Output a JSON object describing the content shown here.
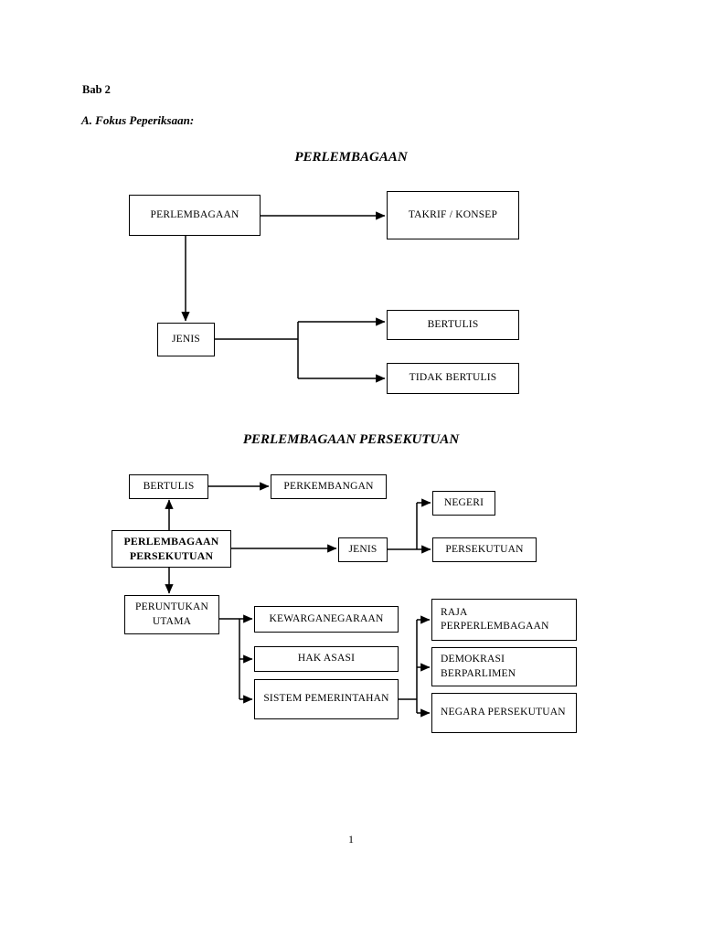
{
  "document": {
    "chapter_label": "Bab 2",
    "section_label": "A. Fokus Peperiksaan:",
    "page_number": "1"
  },
  "diagram1": {
    "title": "PERLEMBAGAAN",
    "nodes": {
      "root": "PERLEMBAGAAN",
      "takrif": "TAKRIF /\nKONSEP",
      "jenis": "JENIS",
      "bertulis": "BERTULIS",
      "tidak_bertulis": "TIDAK BERTULIS"
    }
  },
  "diagram2": {
    "title": "PERLEMBAGAAN PERSEKUTUAN",
    "nodes": {
      "bertulis": "BERTULIS",
      "perkembangan": "PERKEMBANGAN",
      "root": "PERLEMBAGAAN\nPERSEKUTUAN",
      "jenis": "JENIS",
      "negeri": "NEGERI",
      "persekutuan": "PERSEKUTUAN",
      "peruntukan_utama": "PERUNTUKAN\nUTAMA",
      "kewarganegaraan": "KEWARGANEGARAAN",
      "hak_asasi": "HAK ASASI",
      "sistem_pemerintahan": "SISTEM\nPEMERINTAHAN",
      "raja_perlembagaan": "RAJA\nPERPERLEMBAGAAN",
      "demokrasi_berparlimen": "DEMOKRASI\nBERPARLIMEN",
      "negara_persekutuan": "NEGARA\nPERSEKUTUAN"
    }
  },
  "colors": {
    "page_background": "#ffffff",
    "ink": "#000000",
    "box_border": "#000000"
  }
}
